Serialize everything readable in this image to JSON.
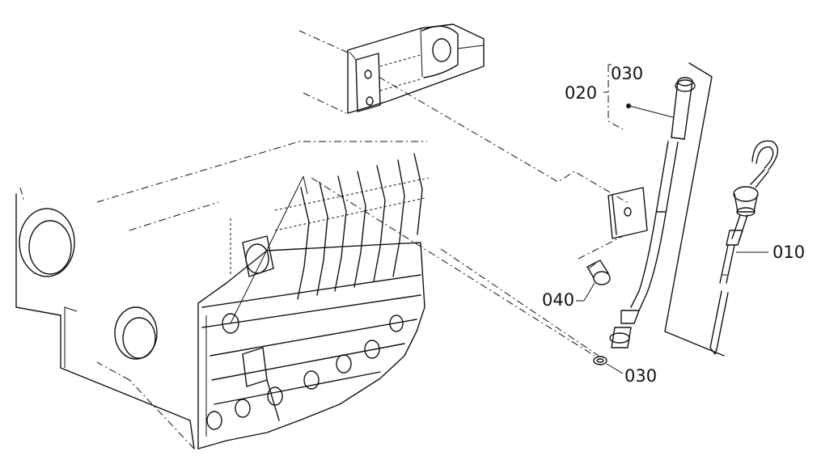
{
  "diagram": {
    "callouts": {
      "label_010": "010",
      "label_020": "020",
      "label_030_top": "030",
      "label_030_bottom": "030",
      "label_040": "040"
    },
    "parts": [
      {
        "id": "010",
        "name": "dipstick"
      },
      {
        "id": "020",
        "name": "dipstick-guide-tube"
      },
      {
        "id": "030",
        "name": "o-ring"
      },
      {
        "id": "040",
        "name": "bolt"
      }
    ]
  }
}
